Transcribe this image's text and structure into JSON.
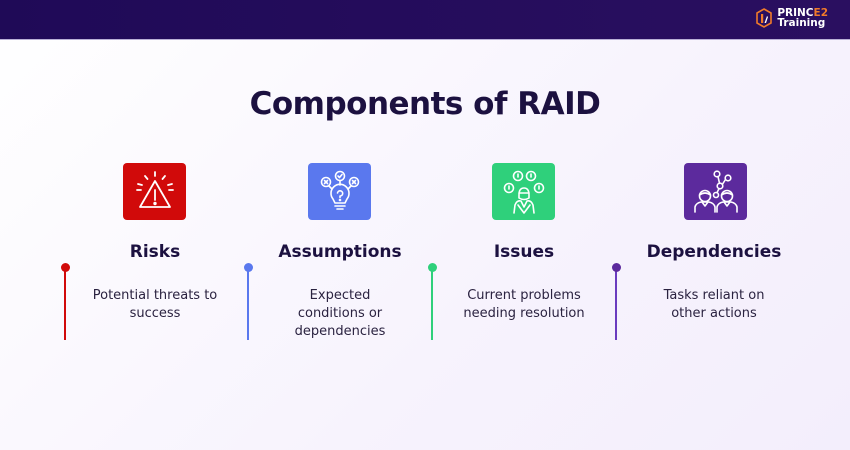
{
  "header": {
    "logo": {
      "line1_main": "PRINC",
      "line1_accent": "E2",
      "line2": "Training"
    }
  },
  "title": "Components of RAID",
  "components": [
    {
      "key": "risks",
      "heading": "Risks",
      "description": "Potential threats to success",
      "icon": "warning-triangle-icon",
      "color": "#d10a0a"
    },
    {
      "key": "assumptions",
      "heading": "Assumptions",
      "description": "Expected conditions or dependencies",
      "icon": "lightbulb-question-icon",
      "color": "#5a78ee"
    },
    {
      "key": "issues",
      "heading": "Issues",
      "description": "Current problems needing resolution",
      "icon": "worried-person-icon",
      "color": "#2fd07b"
    },
    {
      "key": "dependencies",
      "heading": "Dependencies",
      "description": "Tasks reliant on other actions",
      "icon": "connected-people-icon",
      "color": "#5c2a9d"
    }
  ]
}
